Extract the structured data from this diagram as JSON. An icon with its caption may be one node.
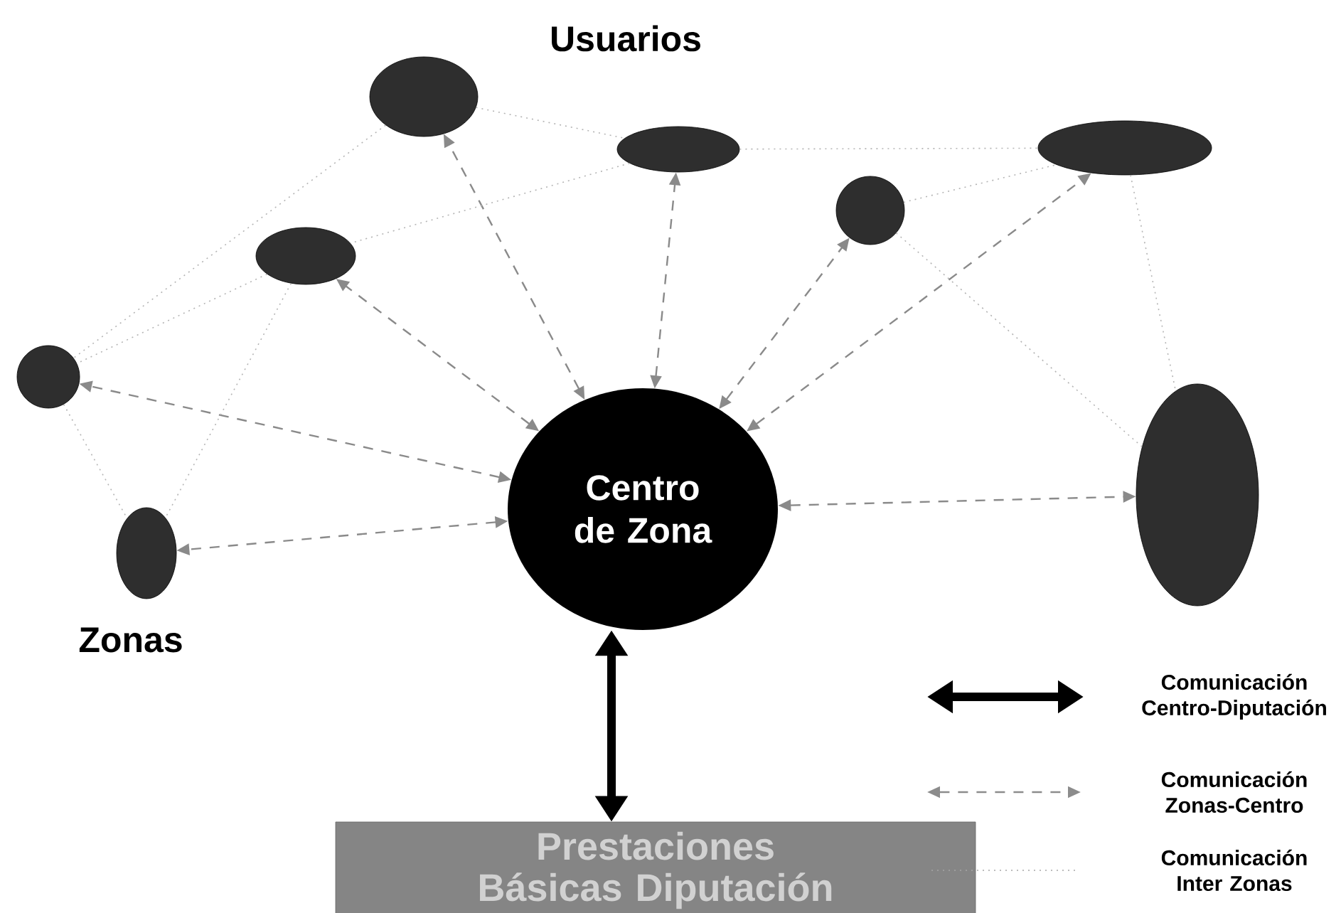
{
  "diagram": {
    "nodes": [
      {
        "text": [],
        "shape": "ellipse"
      },
      {
        "text": [],
        "shape": "ellipse"
      },
      {
        "text": [],
        "shape": "ellipse"
      },
      {
        "text": [],
        "shape": "circle"
      },
      {
        "text": [],
        "shape": "ellipse"
      },
      {
        "text": [],
        "shape": "circle"
      },
      {
        "text": [
          "Centro de Zona"
        ]
      },
      {
        "text": [],
        "shape": "ellipse"
      },
      {
        "text": [],
        "shape": "ellipse"
      },
      {
        "text": [
          "Prestaciones Básicas Diputación"
        ]
      }
    ],
    "edges": [
      {
        "from": 6,
        "to": 0,
        "arrow": "both",
        "style": "dashed",
        "color": "#8a8a8a"
      },
      {
        "from": 6,
        "to": 1,
        "arrow": "both",
        "style": "dashed",
        "color": "#8a8a8a"
      },
      {
        "from": 6,
        "to": 3,
        "arrow": "both",
        "style": "dashed",
        "color": "#8a8a8a"
      },
      {
        "from": 6,
        "to": 2,
        "arrow": "both",
        "style": "dashed",
        "color": "#8a8a8a"
      },
      {
        "from": 6,
        "to": 4,
        "arrow": "both",
        "style": "dashed",
        "color": "#8a8a8a"
      },
      {
        "from": 6,
        "to": 5,
        "arrow": "both",
        "style": "dashed",
        "color": "#8a8a8a"
      },
      {
        "from": 6,
        "to": 8,
        "arrow": "both",
        "style": "dashed",
        "color": "#8a8a8a"
      },
      {
        "from": 6,
        "to": 7,
        "arrow": "both",
        "style": "dashed",
        "color": "#8a8a8a"
      },
      {
        "from": 6,
        "to": 9,
        "arrow": "both",
        "style": "thick",
        "color": "#000000"
      },
      {
        "from": 0,
        "to": 1,
        "arrow": "none",
        "style": "dashed",
        "color": "#b4b4b4"
      },
      {
        "from": 0,
        "to": 5,
        "arrow": "none",
        "style": "dashed",
        "color": "#b4b4b4"
      },
      {
        "from": 1,
        "to": 2,
        "arrow": "none",
        "style": "dashed",
        "color": "#b4b4b4"
      },
      {
        "from": 1,
        "to": 4,
        "arrow": "none",
        "style": "dashed",
        "color": "#b4b4b4"
      },
      {
        "from": 4,
        "to": 5,
        "arrow": "none",
        "style": "dashed",
        "color": "#b4b4b4"
      },
      {
        "from": 4,
        "to": 8,
        "arrow": "none",
        "style": "dashed",
        "color": "#b4b4b4"
      },
      {
        "from": 5,
        "to": 8,
        "arrow": "none",
        "style": "dashed",
        "color": "#b4b4b4"
      },
      {
        "from": 3,
        "to": 2,
        "arrow": "none",
        "style": "dashed",
        "color": "#b4b4b4"
      },
      {
        "from": 3,
        "to": 7,
        "arrow": "none",
        "style": "dashed",
        "color": "#b4b4b4"
      },
      {
        "from": 2,
        "to": 7,
        "arrow": "none",
        "style": "dashed",
        "color": "#b4b4b4"
      }
    ],
    "labels": [
      "Usuarios",
      "Zonas"
    ],
    "legend": [
      {
        "text": "Comunicación Centro-Diputación"
      },
      {
        "text": "Comunicación Zonas-Centro"
      },
      {
        "text": "Comunicación Inter Zonas"
      }
    ]
  }
}
